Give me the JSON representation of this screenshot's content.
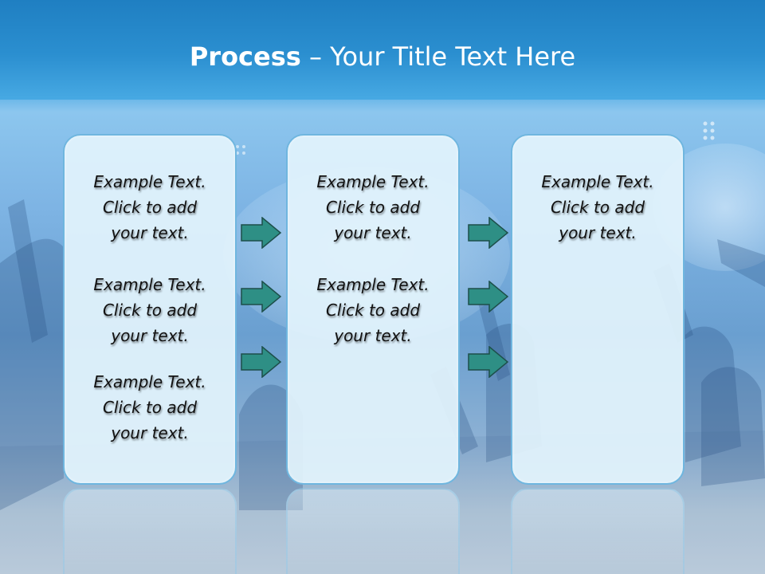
{
  "title": {
    "bold": "Process",
    "rest": "  – Your Title Text Here"
  },
  "columns": [
    {
      "paragraphs": [
        {
          "line1": "Example Text.",
          "line2": "Click  to add",
          "line3": "your text."
        },
        {
          "line1": "Example Text.",
          "line2": "Click  to add",
          "line3": "your text."
        },
        {
          "line1": "Example Text.",
          "line2": "Click  to add",
          "line3": "your text."
        }
      ]
    },
    {
      "paragraphs": [
        {
          "line1": "Example Text.",
          "line2": "Click  to add",
          "line3": "your text."
        },
        {
          "line1": "Example Text.",
          "line2": "Click  to add",
          "line3": "your text."
        }
      ]
    },
    {
      "paragraphs": [
        {
          "line1": "Example Text.",
          "line2": "Click  to add",
          "line3": "your text."
        }
      ]
    }
  ],
  "arrows": {
    "fill": "#2e8f85",
    "stroke": "#1d4f4a",
    "icon": "right-arrow-icon"
  },
  "colors": {
    "header": "#2b8fd0",
    "panel": "#e2f3fc",
    "panel_border": "#6fb6df",
    "title_text": "#ffffff"
  }
}
